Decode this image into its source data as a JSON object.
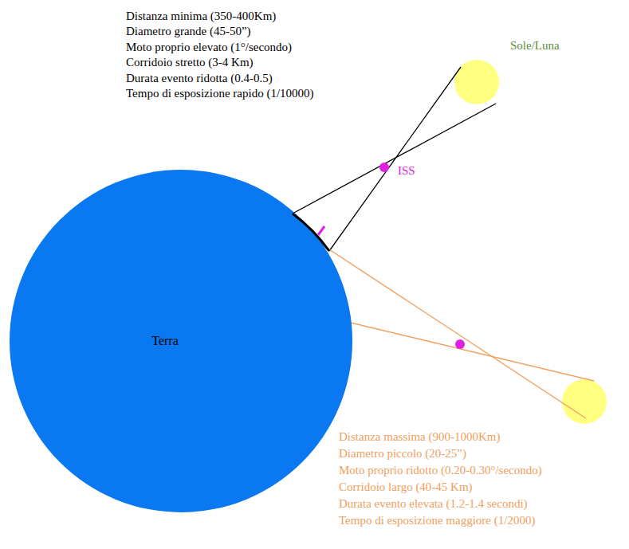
{
  "diagram": {
    "nodes": [
      {
        "text": [
          "Terra"
        ]
      }
    ],
    "labels": [
      "Distanza minima (350-400Km)",
      "Diametro grande (45-50”)",
      "Moto proprio elevato (1°/secondo)",
      "Corridoio stretto (3-4 Km)",
      "Durata evento ridotta (0.4-0.5)",
      "Tempo di esposizione rapido (1/10000)",
      "Sole/Luna",
      "ISS",
      "Distanza massima (900-1000Km)",
      "Diametro piccolo (20-25”)",
      "Moto proprio ridotto (0.20-0.30°/secondo)",
      "Corridoio largo (40-45 Km)",
      "Durata evento elevata (1.2-1.4 secondi)",
      "Tempo di esposizione maggiore (1/2000)"
    ]
  }
}
